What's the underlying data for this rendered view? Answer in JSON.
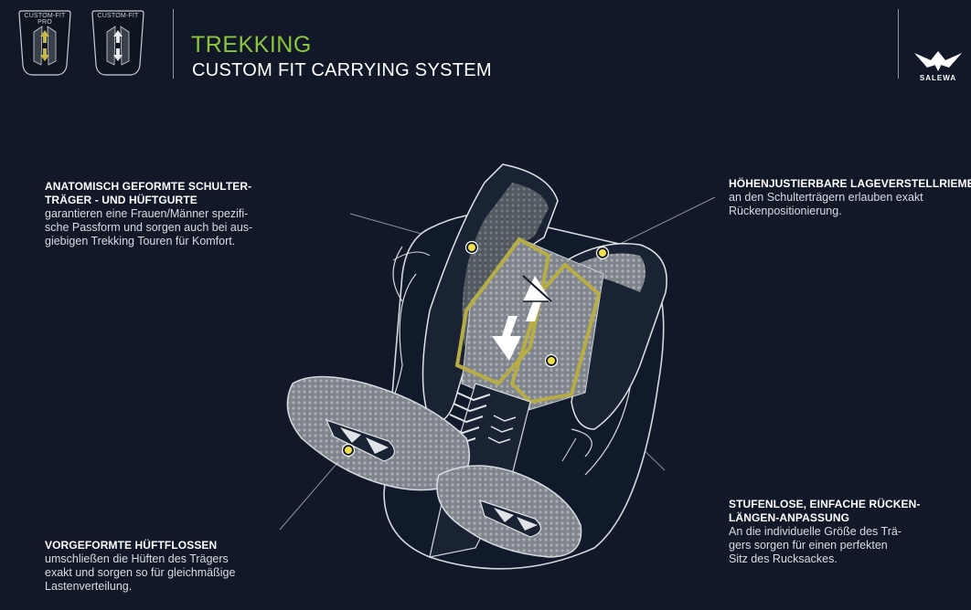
{
  "badges": [
    {
      "label": "CUSTOM-FIT PRO"
    },
    {
      "label": "CUSTOM-FIT"
    }
  ],
  "header": {
    "title": "TREKKING",
    "subtitle": "CUSTOM FIT CARRYING SYSTEM"
  },
  "brand": {
    "name": "SALEWA"
  },
  "colors": {
    "background": "#111827",
    "accent_green": "#8cc63f",
    "accent_yellow": "#b8ad45",
    "marker": "#f4e04d"
  },
  "callouts": {
    "shoulder": {
      "heading": [
        "ANATOMISCH GEFORMTE SCHULTER-",
        "TRÄGER - UND HÜFTGURTE"
      ],
      "body": [
        "garantieren eine Frauen/Männer spezifi-",
        "sche Passform  und sorgen auch bei aus-",
        "giebigen Trekking Touren für Komfort."
      ]
    },
    "height": {
      "heading": [
        "HÖHENJUSTIERBARE LAGEVERSTELLRIEMEN"
      ],
      "body": [
        "an den Schulterträgern erlauben exakt",
        "Rückenpositionierung."
      ]
    },
    "hipfins": {
      "heading": [
        "VORGEFORMTE HÜFTFLOSSEN"
      ],
      "body": [
        "umschließen die Hüften des Trägers",
        "exakt und sorgen so für gleichmäßige",
        "Lastenverteilung."
      ]
    },
    "backlength": {
      "heading": [
        "STUFENLOSE, EINFACHE RÜCKEN-",
        "LÄNGEN-ANPASSUNG"
      ],
      "body": [
        "An die individuelle Größe des Trä-",
        "gers sorgen für einen perfekten",
        "Sitz des Rucksackes."
      ]
    }
  }
}
